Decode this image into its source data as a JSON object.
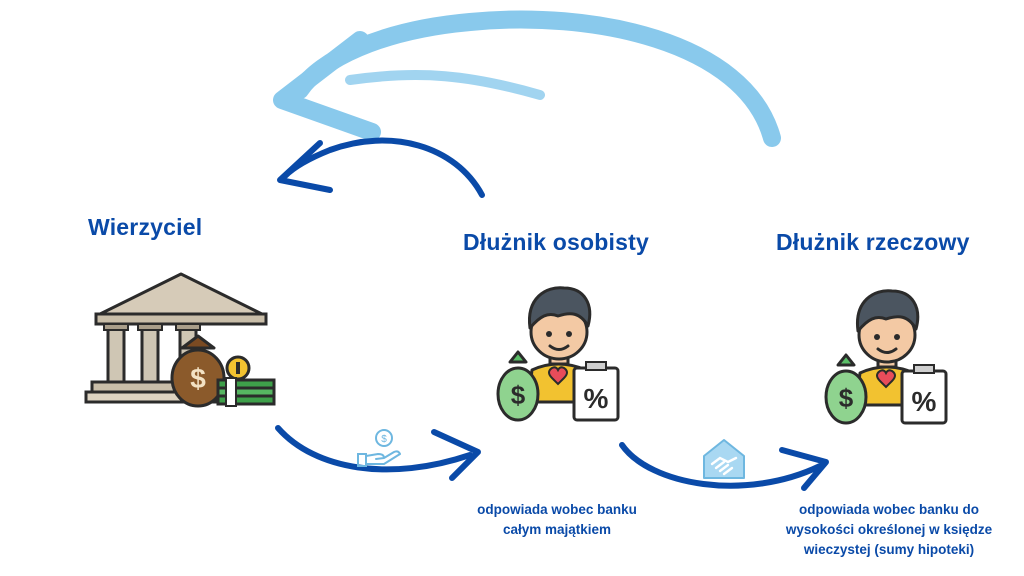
{
  "nodes": {
    "creditor": {
      "title": "Wierzyciel",
      "icon": "bank-icon"
    },
    "personal_debtor": {
      "title": "Dłużnik osobisty",
      "icon": "person-with-money-icon",
      "caption_line1": "odpowiada wobec banku",
      "caption_line2": "całym majątkiem"
    },
    "real_debtor": {
      "title": "Dłużnik rzeczowy",
      "icon": "person-with-money-icon",
      "caption_line1": "odpowiada wobec banku do",
      "caption_line2": "wysokości określonej w księdze",
      "caption_line3": "wieczystej (sumy hipoteki)"
    }
  },
  "edge_icons": {
    "creditor_to_personal": "hand-coin-icon",
    "personal_to_real": "house-handshake-icon"
  },
  "colors": {
    "dark_blue": "#0a4aa8",
    "light_blue": "#89c9ec",
    "caption_blue": "#0a4aa8"
  }
}
